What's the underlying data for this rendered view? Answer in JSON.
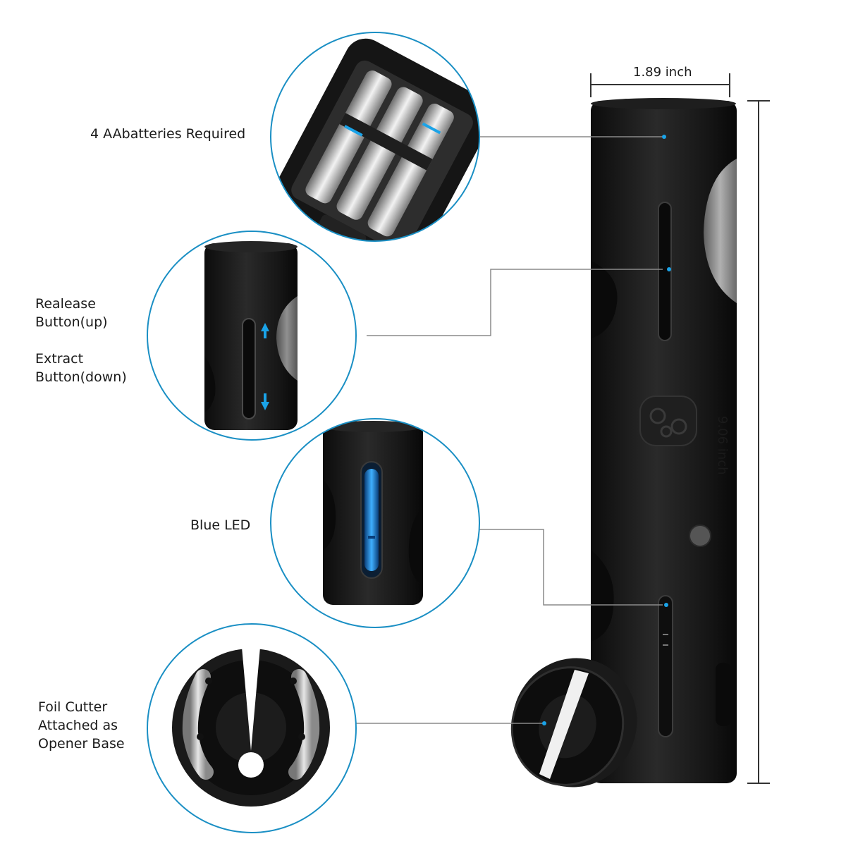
{
  "dimensions": {
    "width_label": "1.89 inch",
    "height_label": "9.06 inch"
  },
  "callouts": {
    "batteries": "4 AAbatteries Required",
    "release_button": "Realease Button(up)",
    "release_line1": "Realease",
    "release_line2": "Button(up)",
    "extract_line1": "Extract",
    "extract_line2": "Button(down)",
    "blue_led": "Blue LED",
    "foil_line1": "Foil Cutter",
    "foil_line2": "Attached as",
    "foil_line3": "Opener Base"
  },
  "colors": {
    "callout_ring": "#1a8fc4",
    "leader_line": "#8a8a8a",
    "body": "#151515",
    "led": "#2a9bf0",
    "arrow": "#1aa3e8"
  },
  "icons": [
    "battery-compartment",
    "up-arrow-icon",
    "down-arrow-icon",
    "led-strip",
    "foil-cutter-base",
    "logo-emblem"
  ]
}
